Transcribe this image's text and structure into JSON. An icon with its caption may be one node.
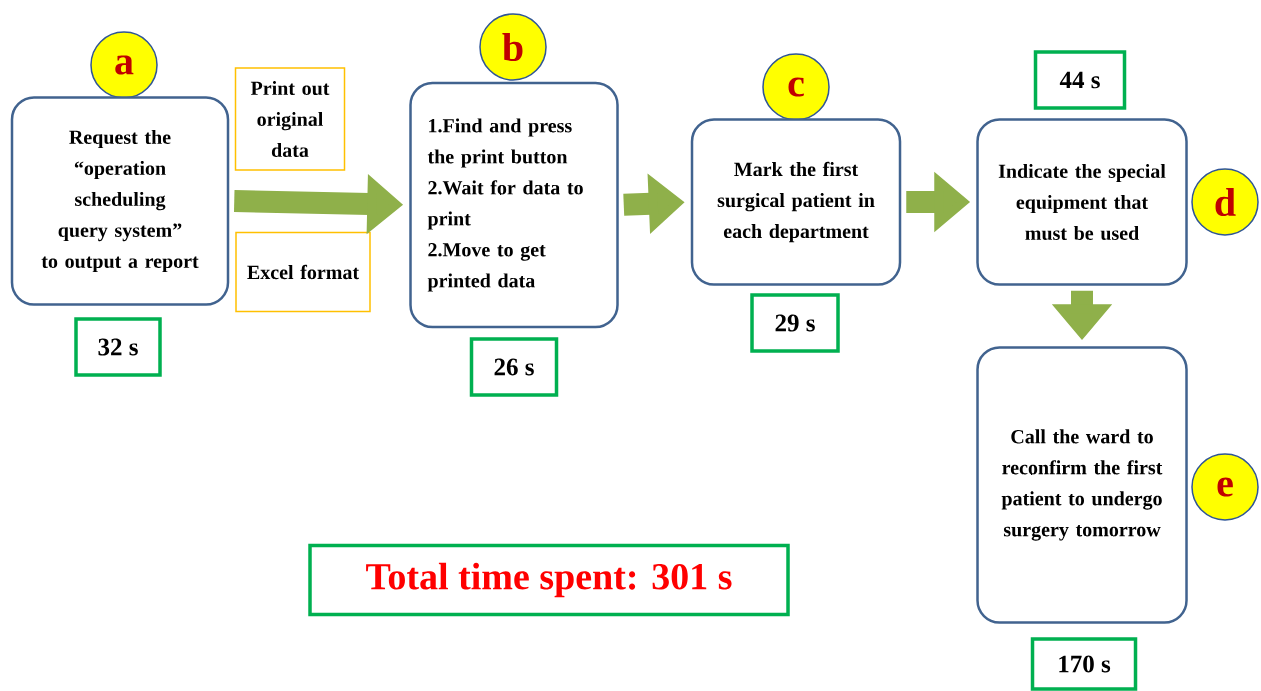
{
  "diagram": {
    "nodes": [
      {
        "text": [
          "a"
        ]
      },
      {
        "text": [
          "Request the “operation scheduling query system” to output a report"
        ]
      },
      {
        "text": [
          "32 s"
        ]
      },
      {
        "text": [
          "Print out original data"
        ]
      },
      {
        "text": [
          "Excel format"
        ]
      },
      {
        "text": [
          "b"
        ]
      },
      {
        "text": [
          "1.Find and press the print button",
          "2.Wait for data to print",
          "2.Move to get printed data"
        ]
      },
      {
        "text": [
          "26 s"
        ]
      },
      {
        "text": [
          "c"
        ]
      },
      {
        "text": [
          "Mark the first surgical patient in each department"
        ]
      },
      {
        "text": [
          "29 s"
        ]
      },
      {
        "text": [
          "44 s"
        ]
      },
      {
        "text": [
          "Indicate the special equipment that must be used"
        ]
      },
      {
        "text": [
          "d"
        ]
      },
      {
        "text": [
          "Call the ward to reconfirm the first patient to undergo surgery tomorrow"
        ]
      },
      {
        "text": [
          "e"
        ]
      },
      {
        "text": [
          "170 s"
        ]
      },
      {
        "text": [
          "Total time spent: 301 s"
        ]
      }
    ],
    "edges": [
      {
        "from": 1,
        "to": 6,
        "arrow": "to"
      },
      {
        "from": 6,
        "to": 9,
        "arrow": "to"
      },
      {
        "from": 9,
        "to": 12,
        "arrow": "to"
      },
      {
        "from": 12,
        "to": 14,
        "arrow": "to"
      }
    ]
  }
}
